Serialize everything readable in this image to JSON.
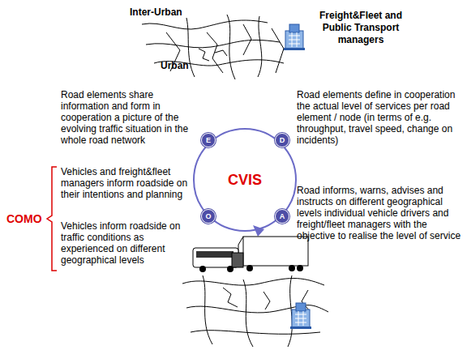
{
  "diagram": {
    "nodes": [
      {
        "text": [
          "E"
        ]
      },
      {
        "text": [
          "D"
        ]
      },
      {
        "text": [
          "CVIS"
        ]
      },
      {
        "text": [
          "O"
        ]
      },
      {
        "text": [
          "A"
        ]
      }
    ],
    "labels": [
      "Inter-Urban",
      "Freight&Fleet and Public Transport managers",
      "Urban",
      "Road elements share information and form in cooperation a picture of the evolving traffic situation in the whole road network",
      "Road elements define in cooperation the actual level of services per road element / node (in terms of e.g. throughput, travel speed, change on incidents)",
      "Vehicles and freight&fleet managers inform roadside on their intentions and planning",
      "COMO",
      "Vehicles inform roadside on traffic conditions as experienced on different geographical levels",
      "Road informs, warns, advises and instructs on different geographical levels individual vehicle drivers and freight/fleet managers with the objective to realise the level of service"
    ]
  }
}
